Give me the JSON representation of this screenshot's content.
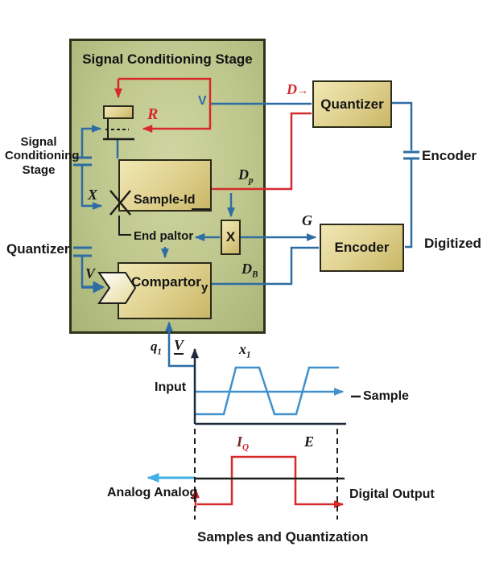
{
  "colors": {
    "blue": "#2d6da3",
    "wave_blue": "#4191ce",
    "red": "#d5292c",
    "cyan": "#42b0e5",
    "dark": "#1d1d1b",
    "axis_dark": "#1d2b3a",
    "gold_light": "#ece2ae",
    "gold_dark": "#c9b766",
    "green_fill": "#bdc68c",
    "banner_light": "#ffffff",
    "banner_dark": "#e6d998"
  },
  "scs_box": {
    "title": "Signal Conditioning Stage"
  },
  "left_labels": {
    "stage": "Signal Conditioning Stage",
    "quantizer": "Quantizer"
  },
  "blocks": {
    "quantizer": "Quantizer",
    "encoder": "Encoder",
    "sample_id": "Sample-Id",
    "compartor": "Compartor",
    "compartor_out": "y",
    "multiplier": "X",
    "end_paltor": "End paltor"
  },
  "right_labels": {
    "encoder_cap": "Encoder",
    "digitized": "Digitized"
  },
  "math": {
    "R": "R",
    "V_top": "V",
    "X_in": "X",
    "V_in": "V",
    "D": "D",
    "D_arrow": "→",
    "G": "G",
    "Dp": {
      "base": "D",
      "sub": "p"
    },
    "DB": {
      "base": "D",
      "sub": "B"
    },
    "q1": {
      "base": "q",
      "sub": "1"
    },
    "V_axis": "V",
    "x1": {
      "base": "x",
      "sub": "1"
    },
    "IQ": {
      "base": "I",
      "sub": "Q"
    },
    "E": "E"
  },
  "waveforms": {
    "input": "Input",
    "sample": "Sample",
    "analog": "Analog Analog",
    "digital_output": "Digital Output",
    "caption": "Samples and Quantization"
  }
}
